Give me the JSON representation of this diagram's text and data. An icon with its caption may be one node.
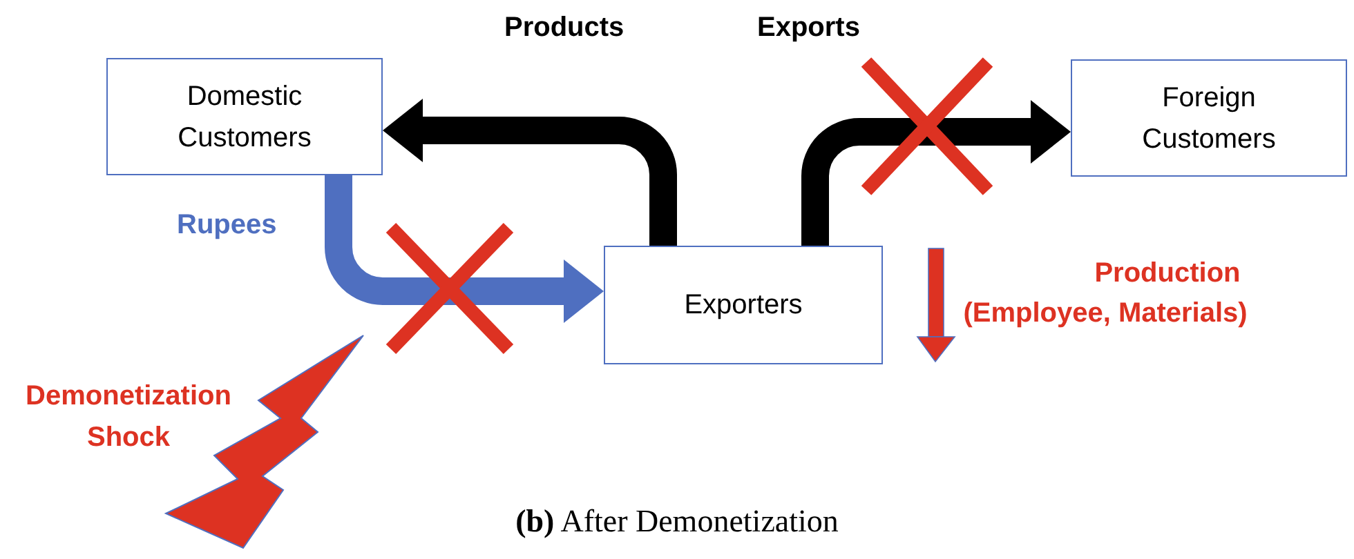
{
  "diagram": {
    "caption": "**(b)** After Demonetization",
    "nodes": [
      {
        "text": [
          "Domestic Customers"
        ]
      },
      {
        "text": [
          "Exporters"
        ]
      },
      {
        "text": [
          "Foreign Customers"
        ]
      },
      {
        "text": [
          "Demonetization Shock"
        ]
      }
    ],
    "edges": [
      {
        "from": 1,
        "to": 0,
        "arrow": "to",
        "label": "Products"
      },
      {
        "from": 1,
        "to": 2,
        "arrow": "to",
        "label": "Exports"
      },
      {
        "from": 0,
        "to": 1,
        "arrow": "to",
        "label": "Rupees",
        "color": "#4f6fc0"
      }
    ],
    "labels": [
      "Production",
      "(Employee, Materials)"
    ]
  }
}
